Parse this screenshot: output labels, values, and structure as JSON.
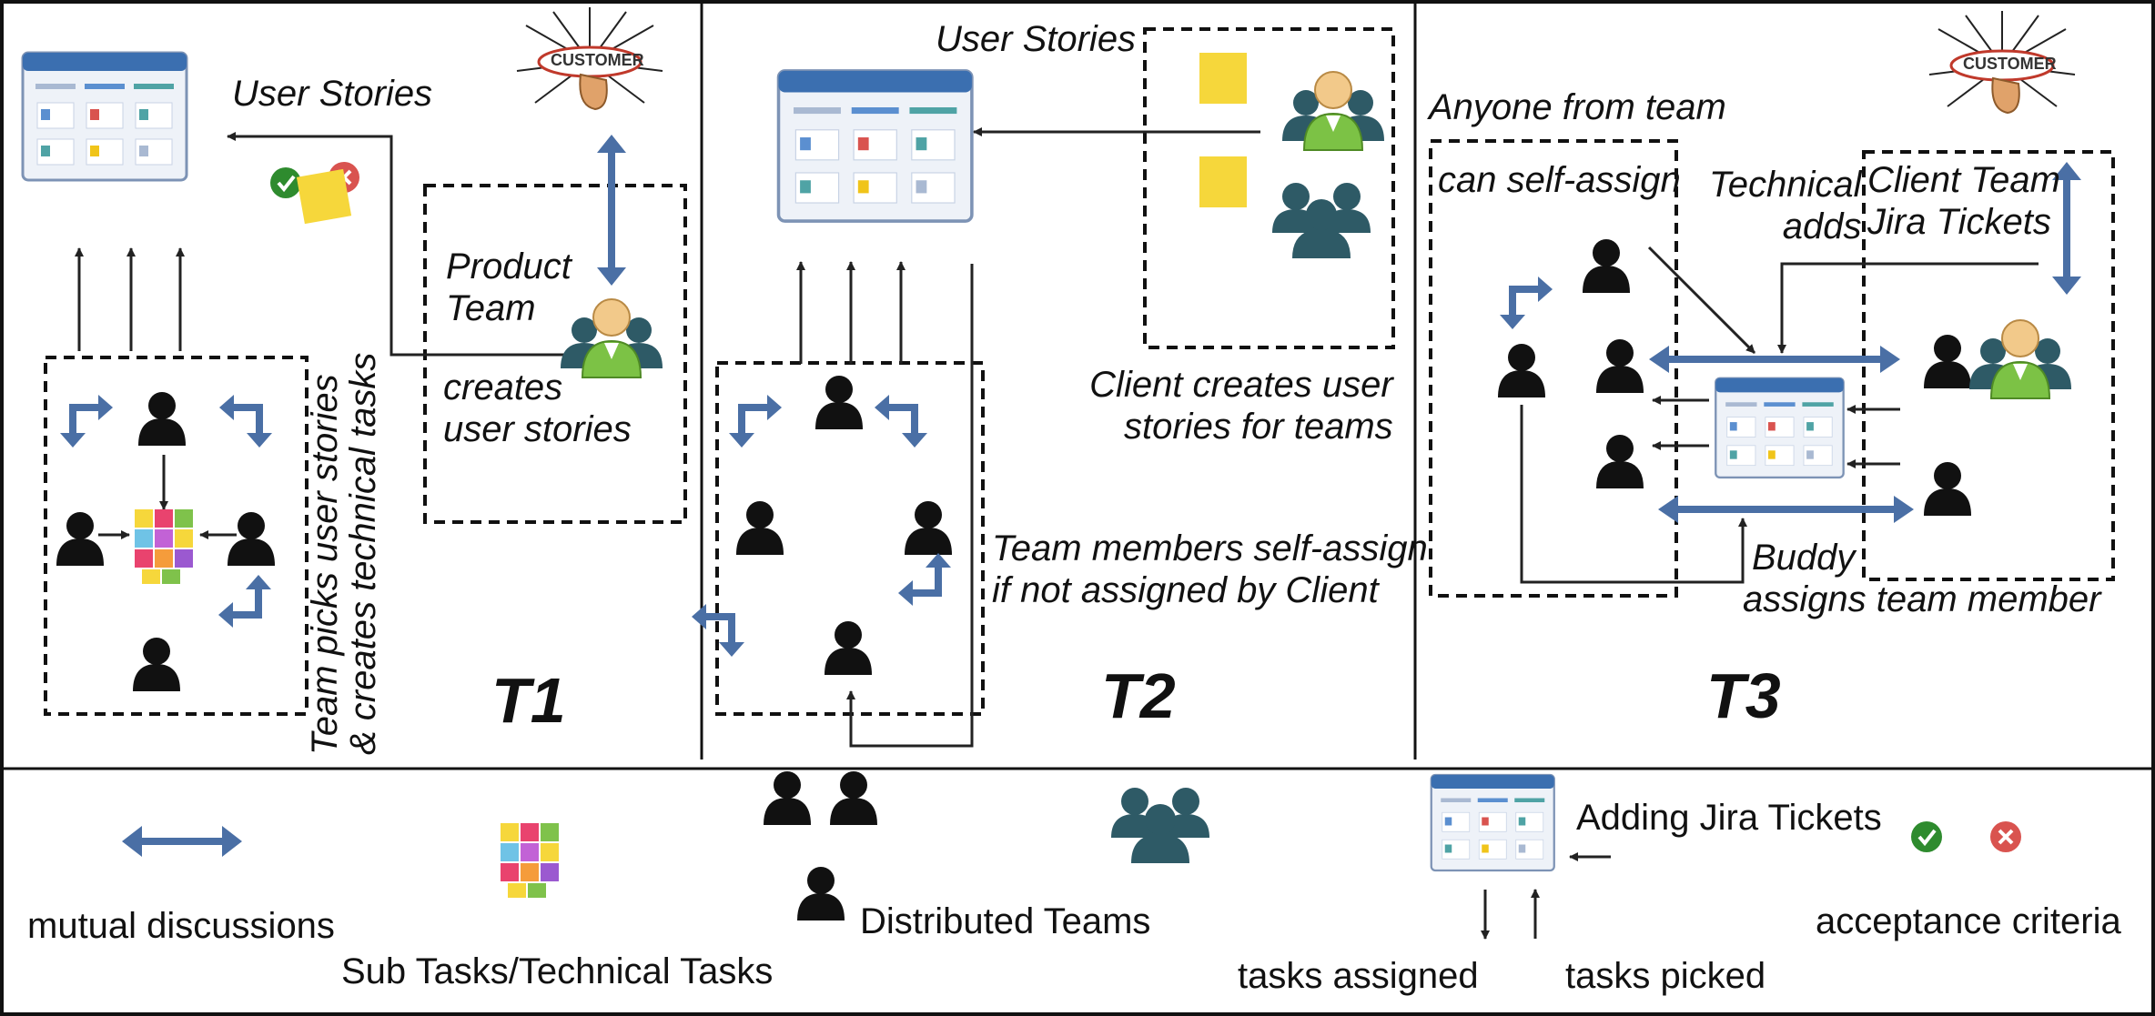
{
  "panels": {
    "t1": {
      "label": "T1",
      "user_stories": "User Stories",
      "customer": "CUSTOMER",
      "product_team": [
        "Product",
        "Team"
      ],
      "creates": [
        "creates",
        "user stories"
      ],
      "team_picks": [
        "Team picks user stories",
        "& creates technical tasks"
      ]
    },
    "t2": {
      "label": "T2",
      "user_stories": "User Stories",
      "client_creates": [
        "Client creates user",
        "stories for teams"
      ],
      "self_assign": [
        "Team members self-assign",
        "if not assigned by Client"
      ]
    },
    "t3": {
      "label": "T3",
      "customer": "CUSTOMER",
      "anyone": "Anyone from team",
      "can_self_assign": "can self-assign",
      "technical_adds": [
        "Technical",
        "adds"
      ],
      "client_team": [
        "Client Team",
        "Jira Tickets"
      ],
      "buddy": [
        "Buddy",
        "assigns team member"
      ]
    }
  },
  "legend": {
    "mutual": "mutual discussions",
    "subtasks": "Sub Tasks/Technical Tasks",
    "distributed": "Distributed Teams",
    "adding_jira": "Adding Jira Tickets",
    "tasks_assigned": "tasks assigned",
    "tasks_picked": "tasks picked",
    "acceptance": "acceptance criteria"
  },
  "colors": {
    "arrow_blue": "#4a6fa5",
    "person_dark": "#111111",
    "team_teal": "#2e5a66",
    "client_green": "#7cc245",
    "check_green": "#2e8b2e",
    "cross_red": "#d9534f",
    "board_header": "#3b6fb0"
  }
}
